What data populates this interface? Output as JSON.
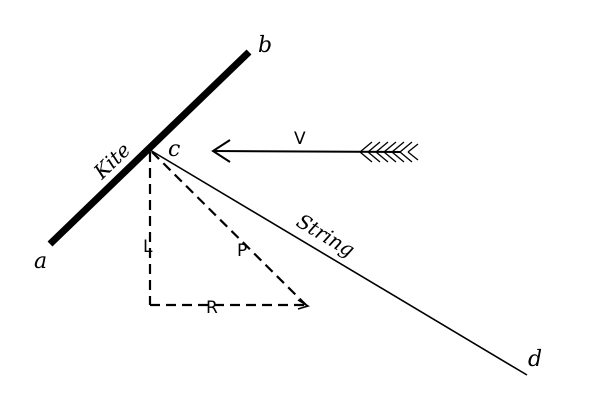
{
  "labels": {
    "a": "a",
    "b": "b",
    "c": "c",
    "d": "d",
    "kite": "Kite",
    "string": "String",
    "v": "V",
    "l": "L",
    "p": "P",
    "r": "R"
  }
}
